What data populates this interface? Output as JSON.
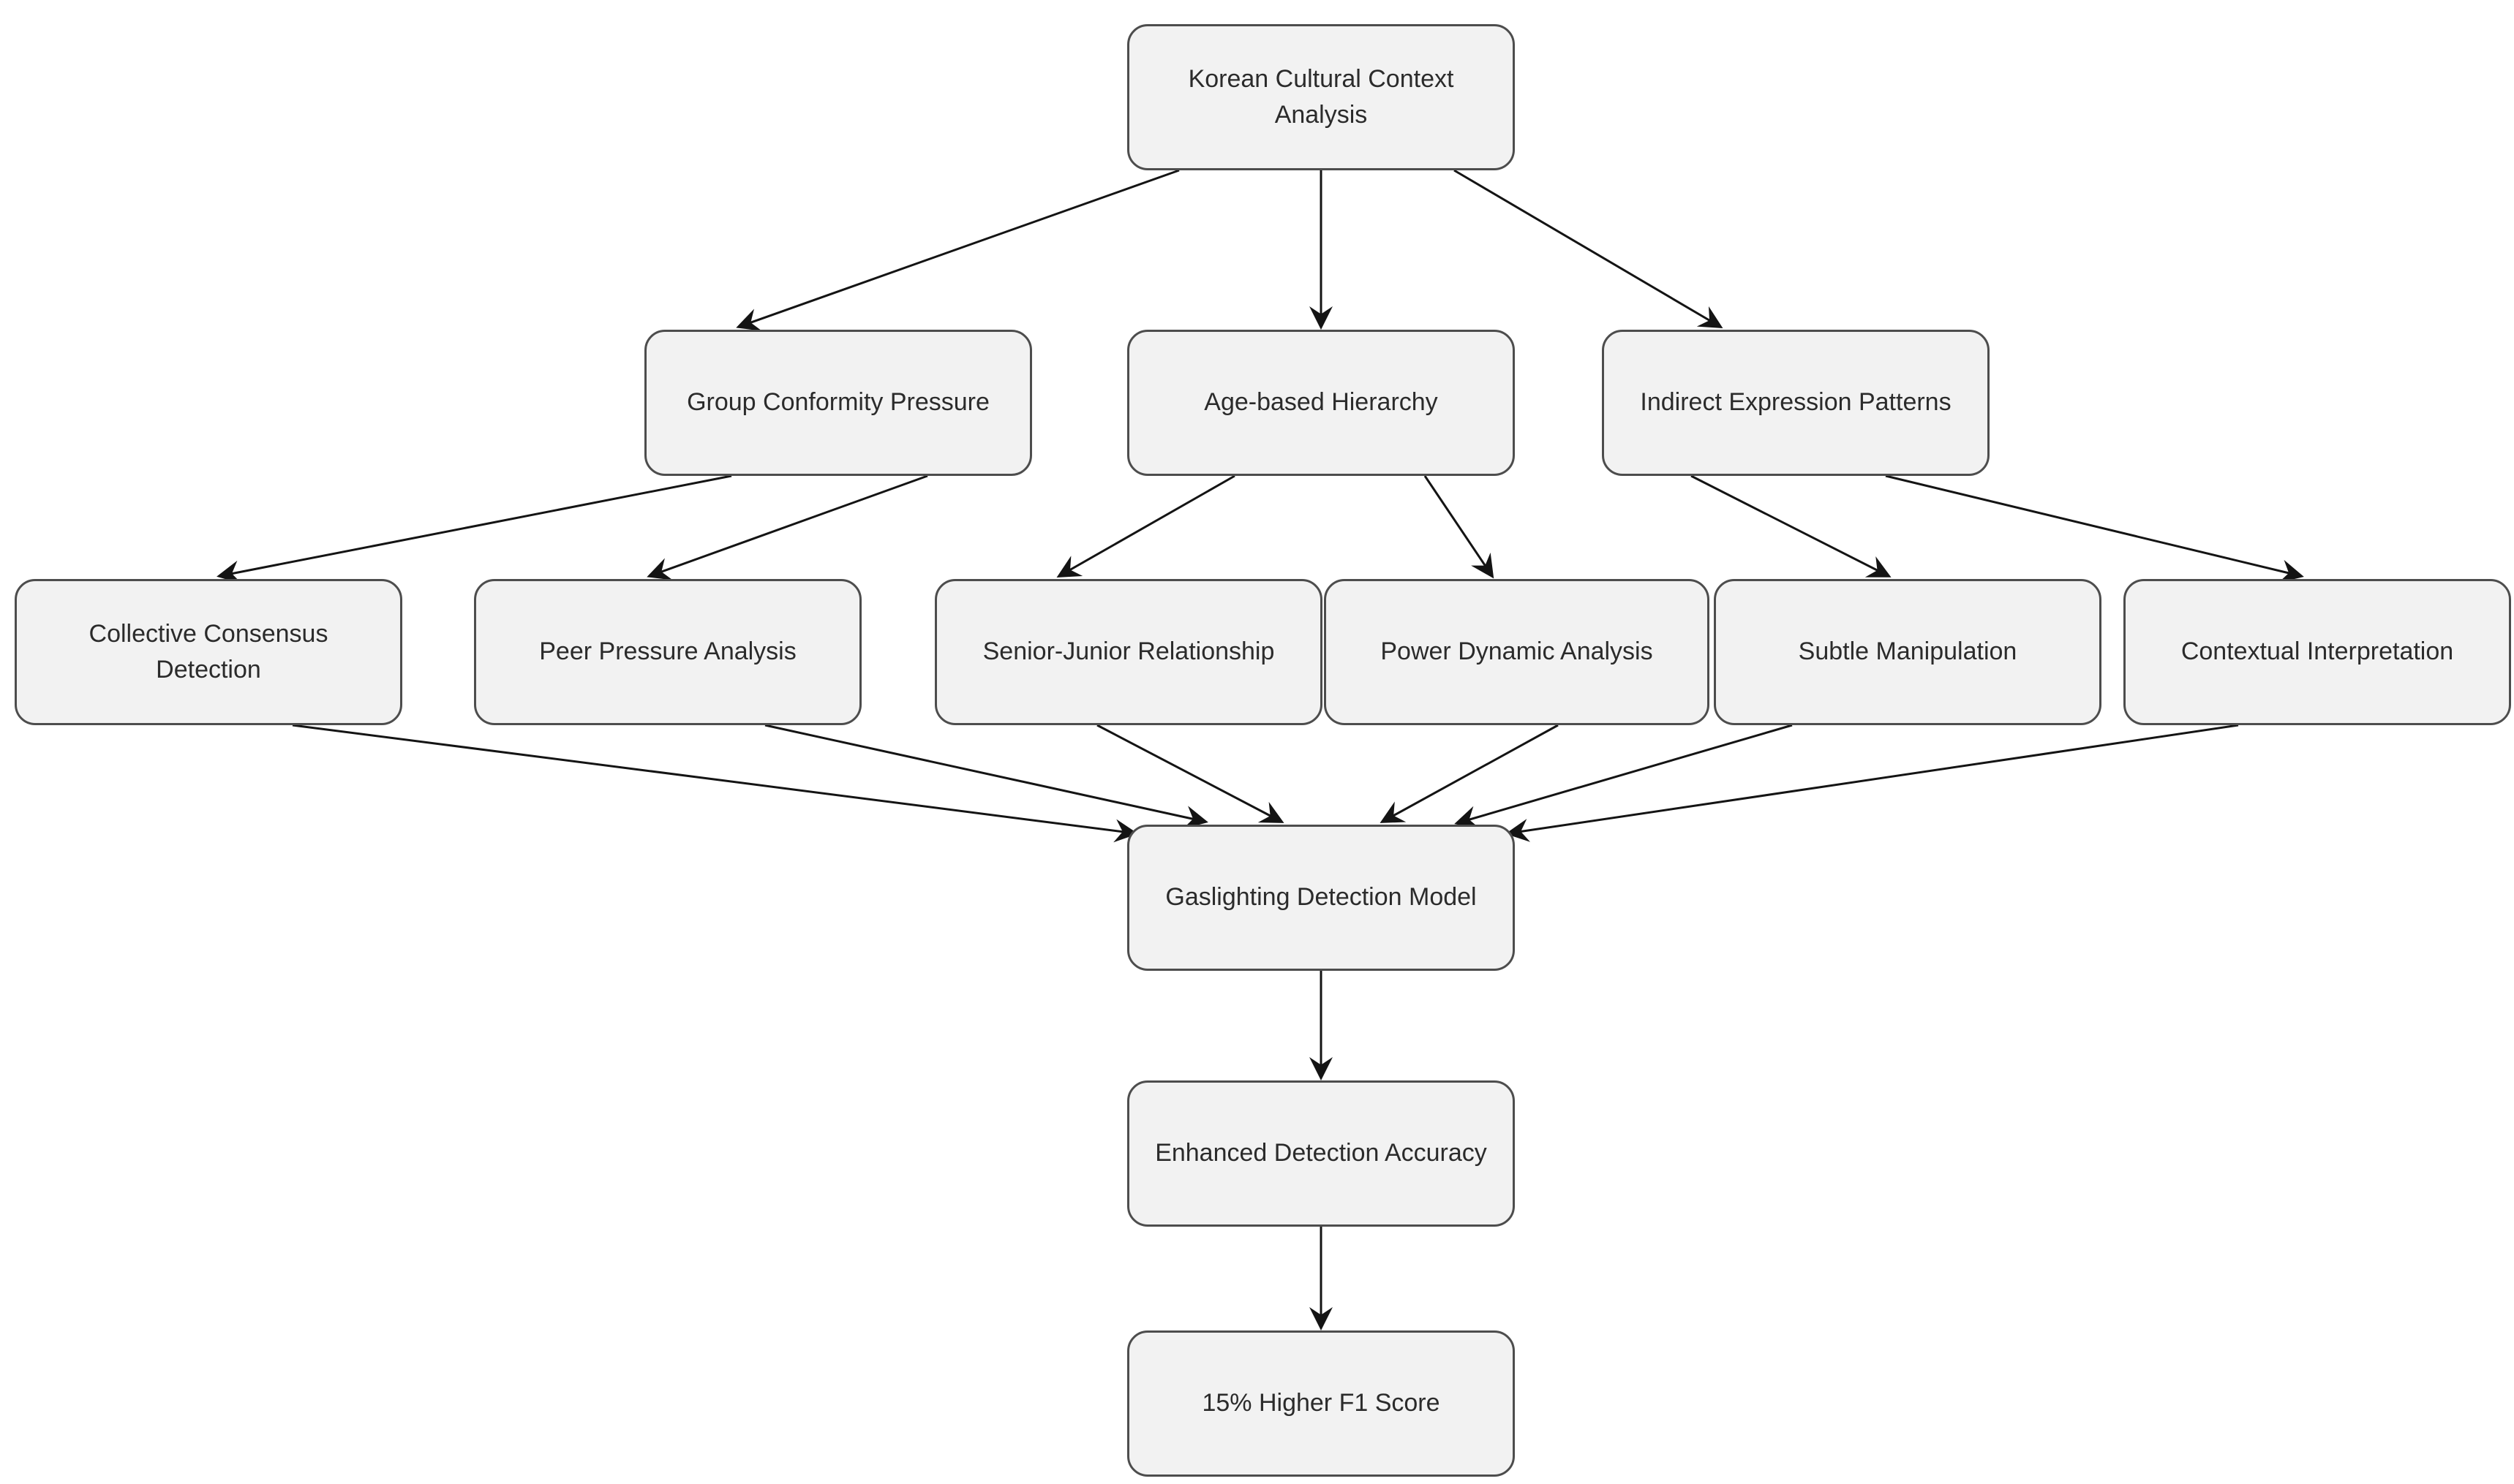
{
  "diagram": {
    "type": "flowchart",
    "direction": "top-down",
    "background_color": "#ffffff",
    "node_fill_color": "#f2f2f2",
    "node_border_color": "#4d4d4d",
    "node_text_color": "#2b2b2b",
    "edge_color": "#141414",
    "nodes": [
      {
        "id": "kcca",
        "label": "Korean Cultural Context Analysis"
      },
      {
        "id": "gcp",
        "label": "Group Conformity Pressure"
      },
      {
        "id": "abh",
        "label": "Age-based Hierarchy"
      },
      {
        "id": "iep",
        "label": "Indirect Expression Patterns"
      },
      {
        "id": "ccd",
        "label": "Collective Consensus Detection"
      },
      {
        "id": "ppa",
        "label": "Peer Pressure Analysis"
      },
      {
        "id": "sjr",
        "label": "Senior-Junior Relationship"
      },
      {
        "id": "pda",
        "label": "Power Dynamic Analysis"
      },
      {
        "id": "sm",
        "label": "Subtle Manipulation"
      },
      {
        "id": "ci",
        "label": "Contextual Interpretation"
      },
      {
        "id": "gdm",
        "label": "Gaslighting Detection Model"
      },
      {
        "id": "eda",
        "label": "Enhanced Detection Accuracy"
      },
      {
        "id": "f1",
        "label": "15% Higher F1 Score"
      }
    ],
    "edges": [
      {
        "from": "kcca",
        "to": "gcp"
      },
      {
        "from": "kcca",
        "to": "abh"
      },
      {
        "from": "kcca",
        "to": "iep"
      },
      {
        "from": "gcp",
        "to": "ccd"
      },
      {
        "from": "gcp",
        "to": "ppa"
      },
      {
        "from": "abh",
        "to": "sjr"
      },
      {
        "from": "abh",
        "to": "pda"
      },
      {
        "from": "iep",
        "to": "sm"
      },
      {
        "from": "iep",
        "to": "ci"
      },
      {
        "from": "ccd",
        "to": "gdm"
      },
      {
        "from": "ppa",
        "to": "gdm"
      },
      {
        "from": "sjr",
        "to": "gdm"
      },
      {
        "from": "pda",
        "to": "gdm"
      },
      {
        "from": "sm",
        "to": "gdm"
      },
      {
        "from": "ci",
        "to": "gdm"
      },
      {
        "from": "gdm",
        "to": "eda"
      },
      {
        "from": "eda",
        "to": "f1"
      }
    ]
  }
}
